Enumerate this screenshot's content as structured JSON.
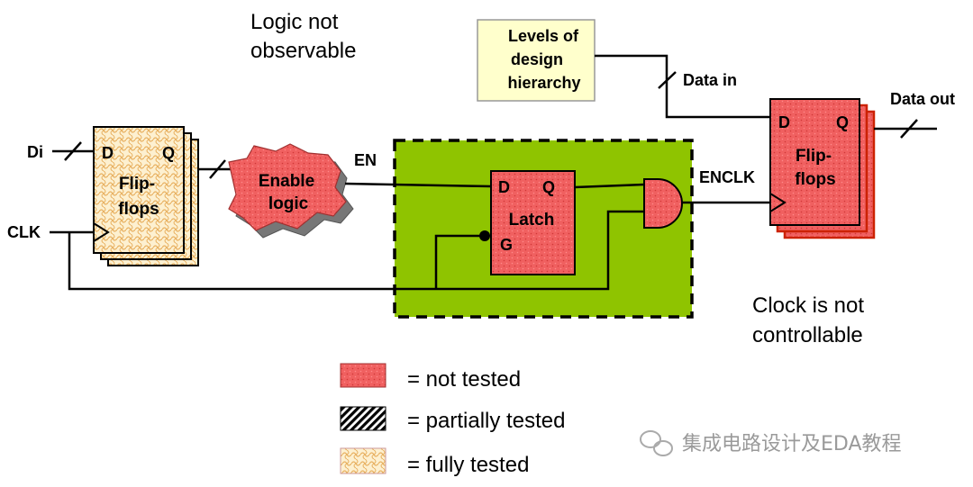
{
  "annotations": {
    "logic_observable_line1": "Logic not",
    "logic_observable_line2": "observable",
    "clock_line1": "Clock is not",
    "clock_line2": "controllable"
  },
  "hierarchy_box": {
    "line1": "Levels of",
    "line2": "design",
    "line3": "hierarchy"
  },
  "signals": {
    "di": "Di",
    "clk": "CLK",
    "en": "EN",
    "enclk": "ENCLK",
    "data_in": "Data in",
    "data_out": "Data out"
  },
  "left_ff": {
    "d": "D",
    "q": "Q",
    "line1": "Flip-",
    "line2": "flops"
  },
  "enable_logic": {
    "line1": "Enable",
    "line2": "logic"
  },
  "latch": {
    "d": "D",
    "q": "Q",
    "g": "G",
    "label": "Latch"
  },
  "right_ff": {
    "d": "D",
    "q": "Q",
    "line1": "Flip-",
    "line2": "flops"
  },
  "legend": [
    {
      "label": "= not tested"
    },
    {
      "label": "= partially tested"
    },
    {
      "label": "= fully tested"
    }
  ],
  "colors": {
    "not_tested": "#f06060",
    "fully_tested_bg": "#fdf0d0",
    "enable_region": "#8fc400",
    "hierarchy_box": "#ffffcc",
    "right_ff_border": "#cc2200"
  },
  "watermark": "集成电路设计及EDA教程"
}
